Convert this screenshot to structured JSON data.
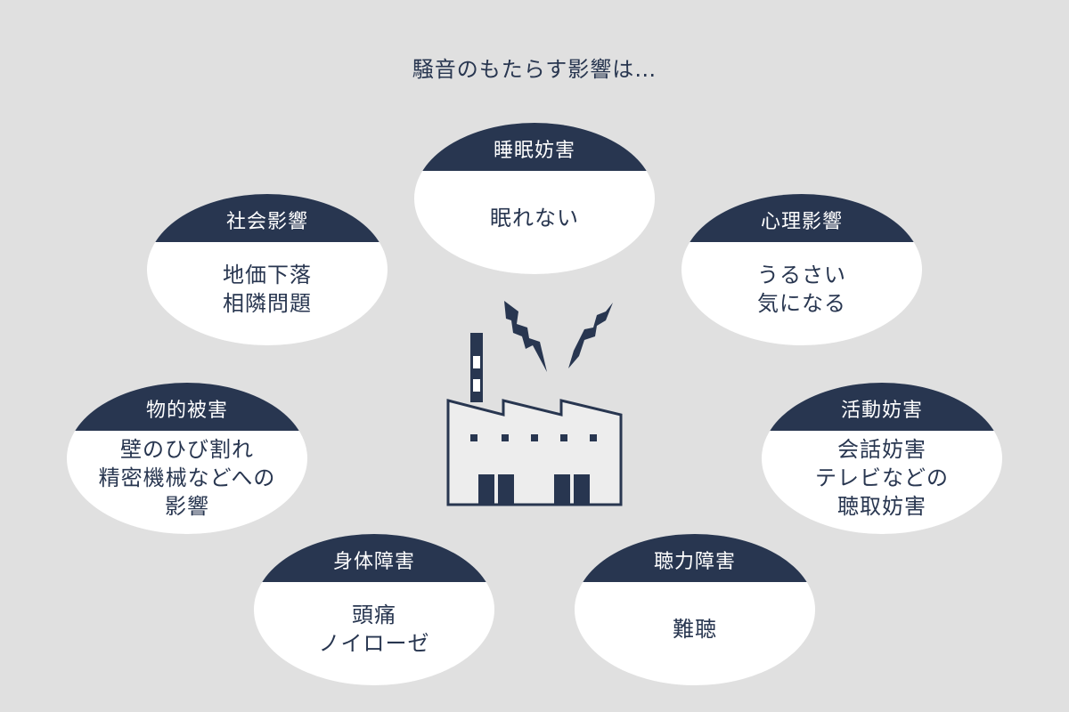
{
  "title": "騒音のもたらす影響は…",
  "colors": {
    "navy": "#283650",
    "background": "#e0e0e0",
    "card": "#ffffff",
    "factory_fill": "#ededed"
  },
  "icons": {
    "center": "factory-icon",
    "noise": "lightning-bolt-icon"
  },
  "cards": [
    {
      "id": "sleep",
      "heading": "睡眠妨害",
      "lines": [
        "眠れない"
      ]
    },
    {
      "id": "social",
      "heading": "社会影響",
      "lines": [
        "地価下落",
        "相隣問題"
      ]
    },
    {
      "id": "mental",
      "heading": "心理影響",
      "lines": [
        "うるさい",
        "気になる"
      ]
    },
    {
      "id": "property",
      "heading": "物的被害",
      "lines": [
        "壁のひび割れ",
        "精密機械などへの",
        "影響"
      ]
    },
    {
      "id": "activity",
      "heading": "活動妨害",
      "lines": [
        "会話妨害",
        "テレビなどの",
        "聴取妨害"
      ]
    },
    {
      "id": "physical",
      "heading": "身体障害",
      "lines": [
        "頭痛",
        "ノイローゼ"
      ]
    },
    {
      "id": "hearing",
      "heading": "聴力障害",
      "lines": [
        "難聴"
      ]
    }
  ]
}
